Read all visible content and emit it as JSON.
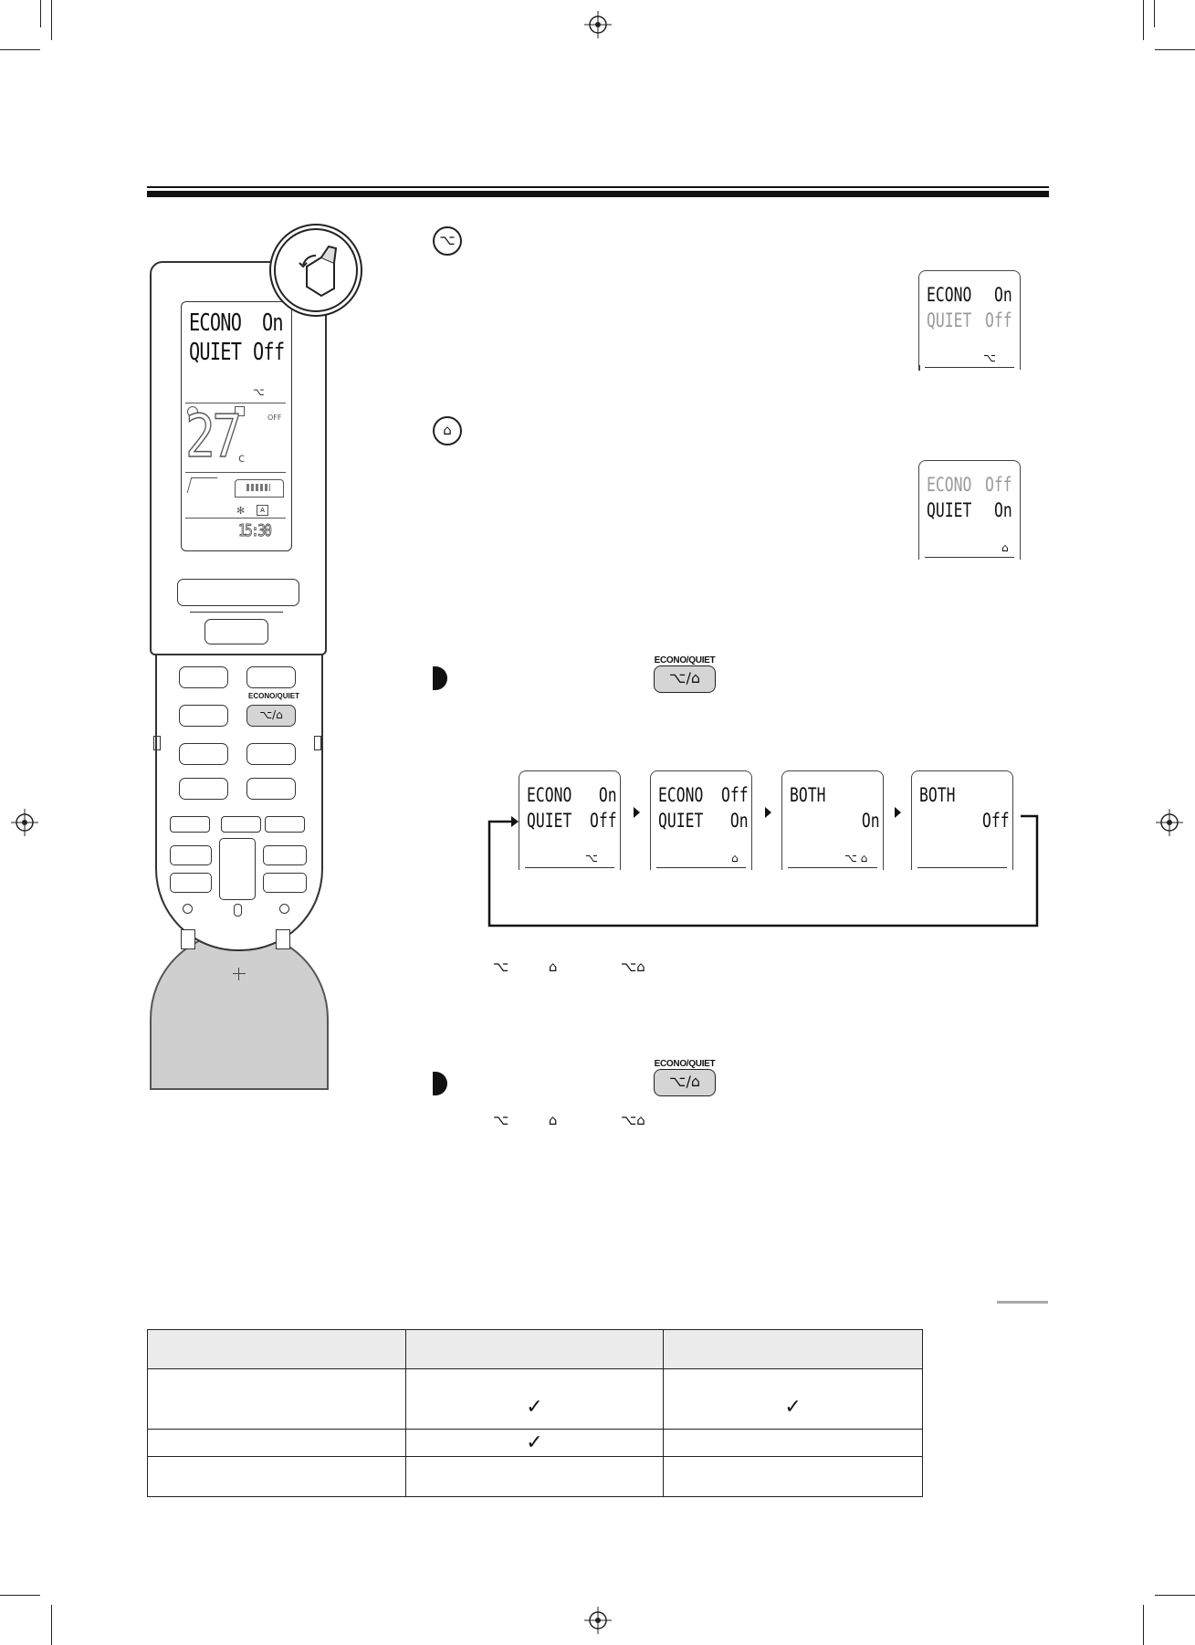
{
  "remote": {
    "lcd_row1_left": "ECONO",
    "lcd_row1_right": "On",
    "lcd_row2_left": "QUIET",
    "lcd_row2_right": "Off",
    "lcd_econo_icon": "⌥",
    "lcd_off": "OFF",
    "lcd_temp": "27",
    "lcd_unit": "c",
    "lcd_clock": "15:30",
    "econo_quiet_label": "ECONO/QUIET",
    "econo_quiet_icons": "⌥/⌂"
  },
  "econo_section": {
    "icon": "econo-icon",
    "display": {
      "row1_left": "ECONO",
      "row1_right": "On",
      "row2_left": "QUIET",
      "row2_right": "Off",
      "icon": "⌥"
    }
  },
  "quiet_section": {
    "icon": "quiet-icon",
    "display": {
      "row1_left": "ECONO",
      "row1_right": "Off",
      "row2_left": "QUIET",
      "row2_right": "On",
      "icon": "⌂"
    }
  },
  "step1": {
    "button_label": "ECONO/QUIET",
    "button_icons": "⌥/⌂",
    "cycle": [
      {
        "row1": "ECONO   On",
        "row2": "QUIET  Off",
        "icons": "⌥"
      },
      {
        "row1": "ECONO  Off",
        "row2": "QUIET   On",
        "icons": "⌂"
      },
      {
        "row1": "BOTH",
        "row2": "        On",
        "icons": "⌥ ⌂"
      },
      {
        "row1": "BOTH",
        "row2": "       Off",
        "icons": ""
      }
    ],
    "icons_note": {
      "a": "⌥",
      "b": "⌂",
      "c": "⌥⌂"
    }
  },
  "step2": {
    "button_label": "ECONO/QUIET",
    "button_icons": "⌥/⌂",
    "icons_note": {
      "a": "⌥",
      "b": "⌂",
      "c": "⌥⌂"
    }
  },
  "table": {
    "check_mark": "✓",
    "rows": [
      [
        "",
        "",
        ""
      ],
      [
        "",
        "✓",
        "✓"
      ],
      [
        "",
        "✓",
        ""
      ],
      [
        "",
        "",
        ""
      ]
    ]
  },
  "colors": {
    "ink": "#111111",
    "dim": "#9a9a9a",
    "button_fill": "#d5d5d5",
    "header_fill": "#ececec",
    "foot_fill": "#cfcfcf"
  }
}
